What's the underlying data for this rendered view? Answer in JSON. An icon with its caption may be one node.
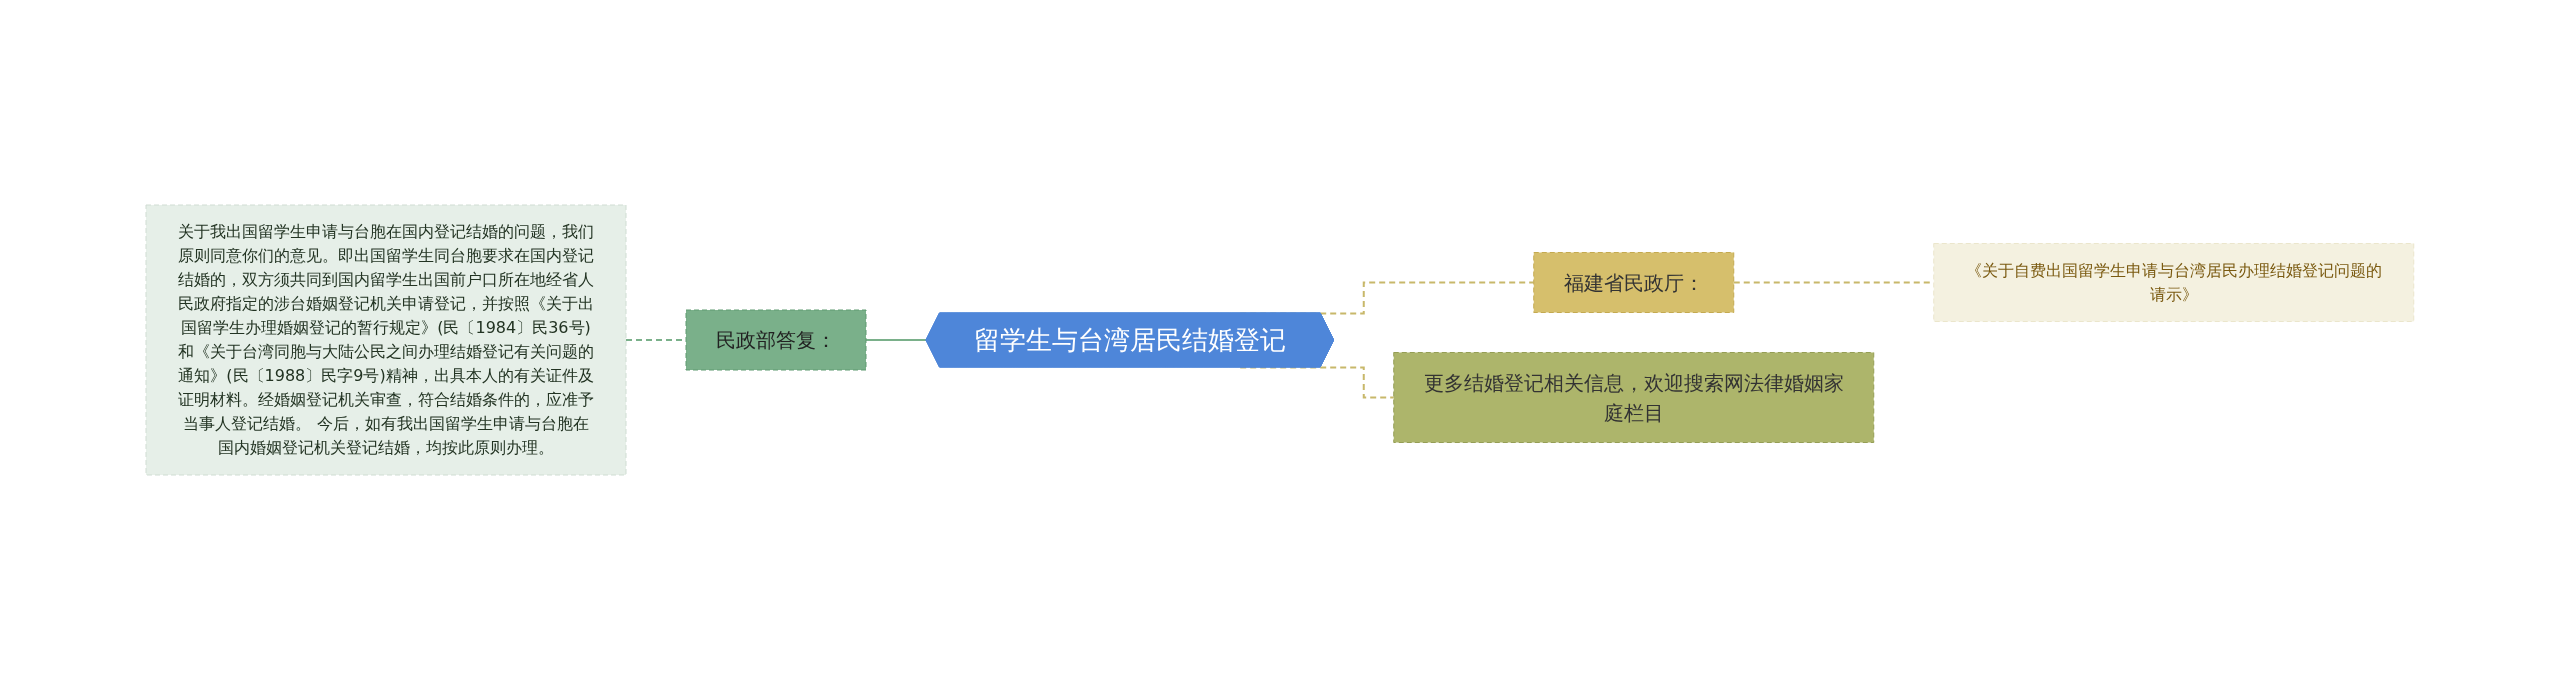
{
  "diagram": {
    "nodes": [
      {
        "text": [
          "留学生与台湾居民结婚登记"
        ]
      },
      {
        "text": [
          "民政部答复："
        ]
      },
      {
        "text": [
          "关于我出国留学生申请与台胞在国内登记结婚的问题，我们原则同意你们的意见。即出国留学生同台胞要求在国内登记结婚的，双方须共同到国内留学生出国前户口所在地经省人民政府指定的涉台婚姻登记机关申请登记，并按照《关于出国留学生办理婚姻登记的暂行规定》(民〔1984〕民36号)和《关于台湾同胞与大陆公民之间办理结婚登记有关问题的通知》(民〔1988〕民字9号)精神，出具本人的有关证件及证明材料。经婚姻登记机关审查，符合结婚条件的，应准予当事人登记结婚。 今后，如有我出国留学生申请与台胞在国内婚姻登记机关登记结婚，均按此原则办理。"
        ]
      },
      {
        "text": [
          "福建省民政厅："
        ]
      },
      {
        "text": [
          "《关于自费出国留学生申请与台湾居民办理结婚登记问题的请示》"
        ]
      },
      {
        "text": [
          "更多结婚登记相关信息，欢迎搜索网法律婚姻家庭栏目"
        ]
      }
    ],
    "edges": [
      {
        "from": 1,
        "to": 0,
        "arrow": "none",
        "color": "#7ab08a"
      },
      {
        "from": 2,
        "to": 1,
        "arrow": "none",
        "style": "dashed",
        "color": "#7ab08a"
      },
      {
        "from": 0,
        "to": 3,
        "arrow": "none",
        "style": "dashed"
      },
      {
        "from": 3,
        "to": 4,
        "arrow": "none",
        "style": "dashed"
      },
      {
        "from": 0,
        "to": 5,
        "arrow": "none",
        "style": "dashed"
      }
    ]
  }
}
